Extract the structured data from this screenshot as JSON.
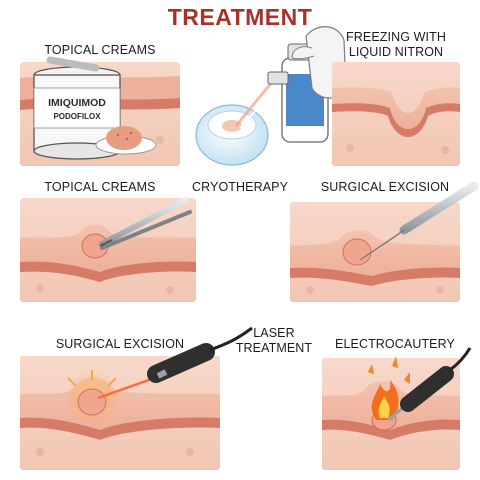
{
  "title": "TREATMENT",
  "colors": {
    "title": "#a8312a",
    "skin_surface": "#f0b7a0",
    "dermis": "#f6d2c2",
    "layer_band": "#d67b68",
    "lesion": "#f1a48e"
  },
  "labels": {
    "topical_creams_1": "TOPICAL CREAMS",
    "freezing_line1": "FREEZING WITH",
    "freezing_line2": "LIQUID NITRON",
    "topical_creams_2": "TOPICAL CREAMS",
    "cryotherapy": "CRYOTHERAPY",
    "surgical_excision_1": "SURGICAL EXCISION",
    "surgical_excision_2": "SURGICAL EXCISION",
    "laser_line1": "LASER",
    "laser_line2": "TREATMENT",
    "electrocautery": "ELECTROCAUTERY"
  },
  "jar": {
    "line1": "IMIQUIMOD",
    "line2": "PODOFILOX"
  },
  "icons": [
    "cream-jar-icon",
    "spray-bottle-icon",
    "gloved-hand-icon",
    "ice-cotton-icon",
    "tweezers-icon",
    "scalpel-icon",
    "laser-probe-icon",
    "cautery-probe-icon",
    "flame-icon"
  ]
}
